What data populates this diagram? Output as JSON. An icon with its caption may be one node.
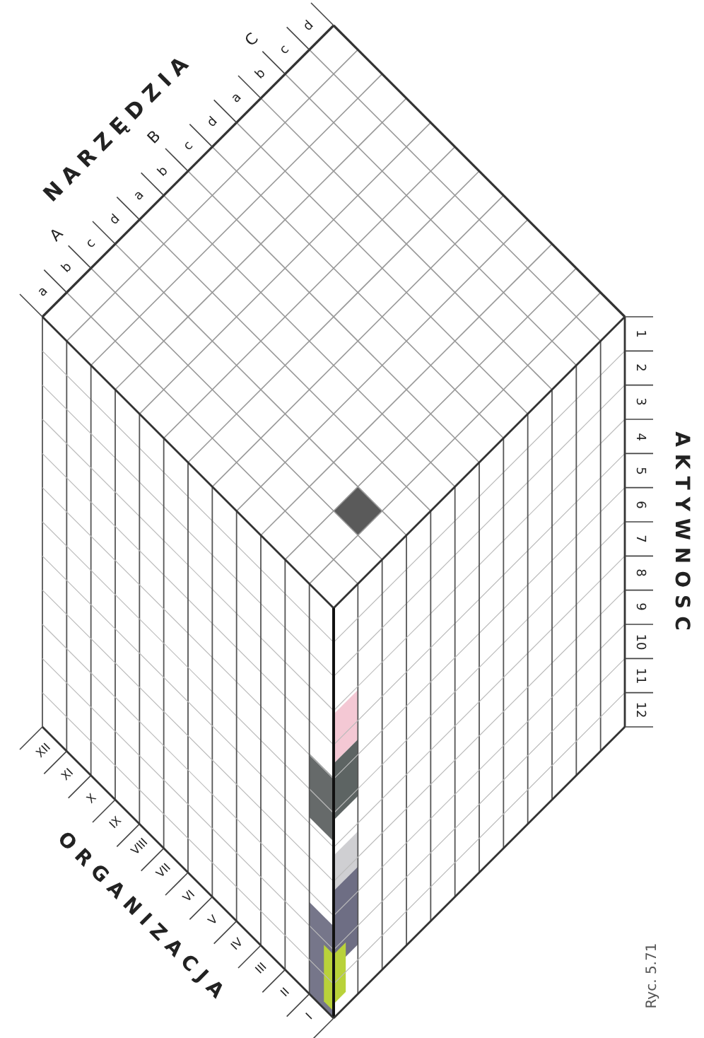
{
  "diagram": {
    "caption": "Ryc. 5.71",
    "labels": [
      "NARZĘDZIA",
      "A",
      "B",
      "C",
      "a",
      "b",
      "c",
      "d",
      "a",
      "b",
      "c",
      "d",
      "a",
      "b",
      "c",
      "d",
      "AKTYWNOSC",
      "1",
      "2",
      "3",
      "4",
      "5",
      "6",
      "7",
      "8",
      "9",
      "10",
      "11",
      "12",
      "ORGANIZACJA",
      "XII",
      "XI",
      "X",
      "IX",
      "VIII",
      "VII",
      "VI",
      "V",
      "IV",
      "III",
      "II",
      "I"
    ]
  }
}
